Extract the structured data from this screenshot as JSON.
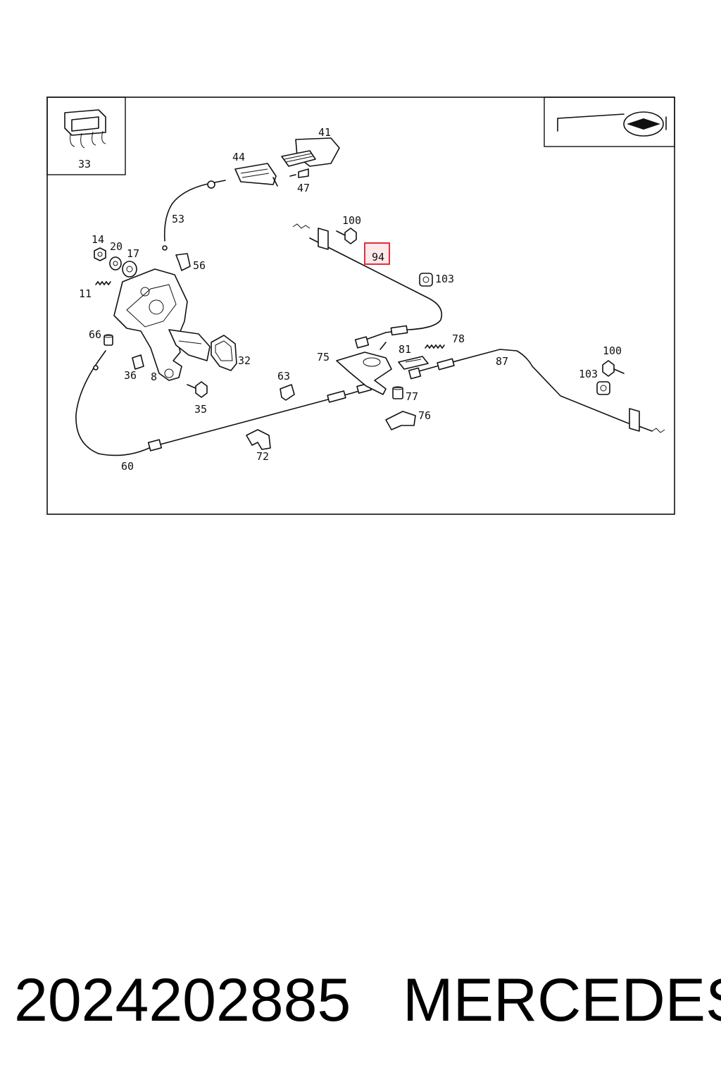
{
  "diagram": {
    "highlight_color": "#e0303a",
    "highlighted_callout": "94",
    "callouts": {
      "c33": "33",
      "c41": "41",
      "c44": "44",
      "c47": "47",
      "c53": "53",
      "c56": "56",
      "c14": "14",
      "c20": "20",
      "c17": "17",
      "c11": "11",
      "c66": "66",
      "c36": "36",
      "c8": "8",
      "c35": "35",
      "c32": "32",
      "c60": "60",
      "c72": "72",
      "c63": "63",
      "c100a": "100",
      "c94": "94",
      "c103a": "103",
      "c75": "75",
      "c81": "81",
      "c78": "78",
      "c77": "77",
      "c76": "76",
      "c87": "87",
      "c100b": "100",
      "c103b": "103"
    }
  },
  "footer": {
    "part_number": "2024202885",
    "brand": "MERCEDES"
  }
}
